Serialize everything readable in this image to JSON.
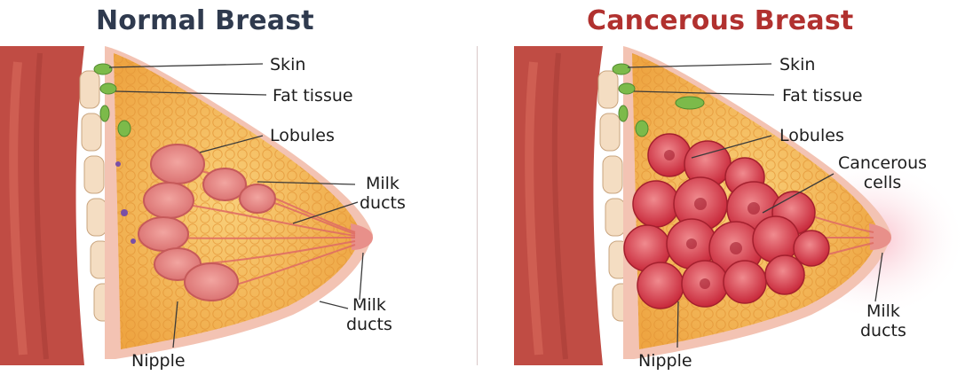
{
  "normal": {
    "title": "Normal Breast",
    "labels": {
      "skin": "Skin",
      "fat_tissue": "Fat tissue",
      "lobules": "Lobules",
      "milk_ducts_upper": "Milk\nducts",
      "milk_ducts_lower": "Milk\nducts",
      "nipple": "Nipple"
    }
  },
  "cancerous": {
    "title": "Cancerous Breast",
    "labels": {
      "skin": "Skin",
      "fat_tissue": "Fat tissue",
      "lobules": "Lobules",
      "cancerous_cells": "Cancerous\ncells",
      "milk_ducts": "Milk\nducts",
      "nipple": "Nipple"
    }
  },
  "colors": {
    "normal_title": "#2f3a4e",
    "cancer_title": "#b1312f",
    "fat": "#f3b651",
    "muscle": "#b8483f",
    "skin": "#f3c3b3",
    "lobule": "#e48a8a",
    "tumor": "#d8343f"
  }
}
